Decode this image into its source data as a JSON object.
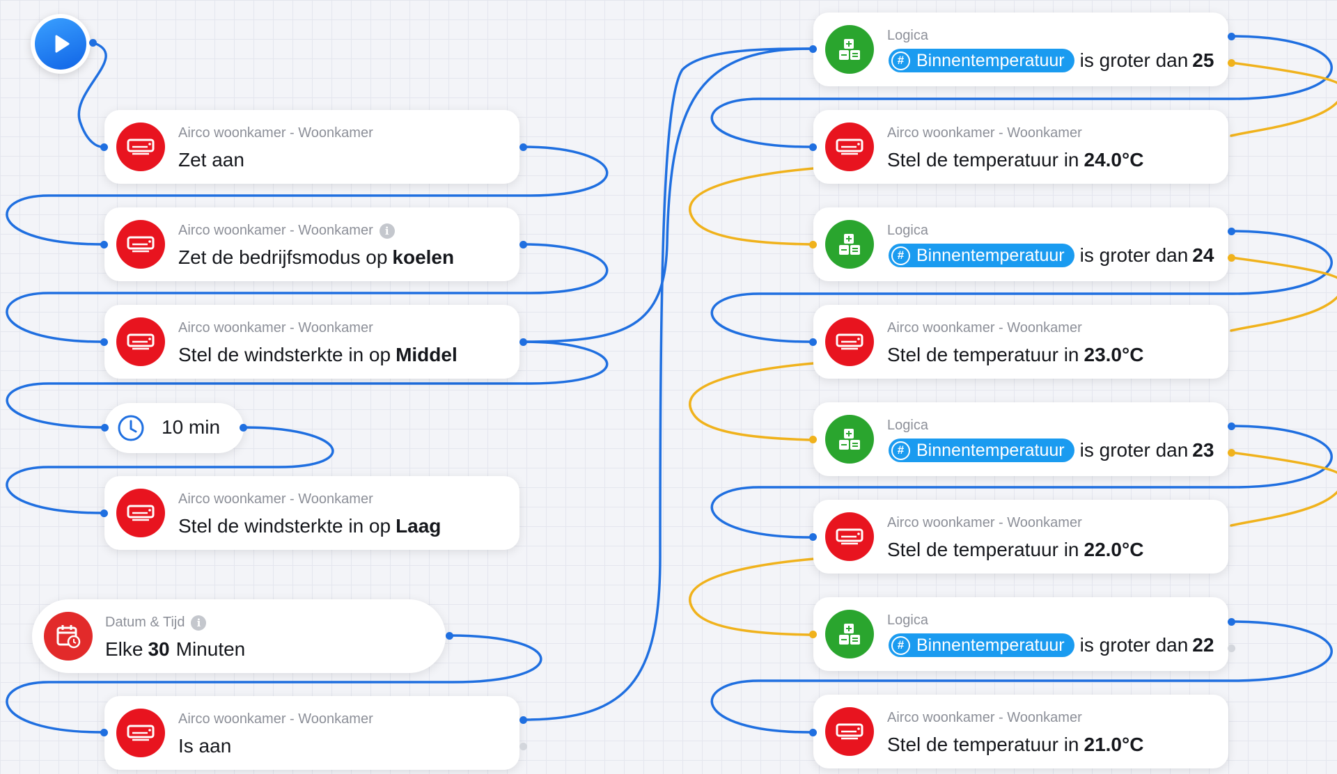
{
  "start": {
    "icon": "play-icon"
  },
  "left_nodes": [
    {
      "subtitle": "Airco woonkamer - Woonkamer",
      "action": "Zet aan",
      "value": "",
      "icon": "air-conditioner-icon",
      "info": false
    },
    {
      "subtitle": "Airco woonkamer - Woonkamer",
      "action": "Zet de bedrijfsmodus op",
      "value": "koelen",
      "icon": "air-conditioner-icon",
      "info": true
    },
    {
      "subtitle": "Airco woonkamer - Woonkamer",
      "action": "Stel de windsterkte in op",
      "value": "Middel",
      "icon": "air-conditioner-icon",
      "info": false
    },
    {
      "subtitle": "Airco woonkamer - Woonkamer",
      "action": "Stel de windsterkte in op",
      "value": "Laag",
      "icon": "air-conditioner-icon",
      "info": false
    }
  ],
  "delay": {
    "label": "10 min",
    "icon": "clock-icon"
  },
  "datetime": {
    "subtitle": "Datum & Tijd",
    "text": "Elke",
    "value": "30",
    "unit": "Minuten",
    "icon": "calendar-clock-icon"
  },
  "is_on": {
    "subtitle": "Airco woonkamer - Woonkamer",
    "action": "Is aan",
    "icon": "air-conditioner-icon"
  },
  "logic_nodes": [
    {
      "subtitle": "Logica",
      "variable": "Binnentemperatuur",
      "condition": "is groter dan",
      "value": "25"
    },
    {
      "subtitle": "Logica",
      "variable": "Binnentemperatuur",
      "condition": "is groter dan",
      "value": "24"
    },
    {
      "subtitle": "Logica",
      "variable": "Binnentemperatuur",
      "condition": "is groter dan",
      "value": "23"
    },
    {
      "subtitle": "Logica",
      "variable": "Binnentemperatuur",
      "condition": "is groter dan",
      "value": "22"
    }
  ],
  "temp_nodes": [
    {
      "subtitle": "Airco woonkamer - Woonkamer",
      "action": "Stel de temperatuur in",
      "value": "24.0°C"
    },
    {
      "subtitle": "Airco woonkamer - Woonkamer",
      "action": "Stel de temperatuur in",
      "value": "23.0°C"
    },
    {
      "subtitle": "Airco woonkamer - Woonkamer",
      "action": "Stel de temperatuur in",
      "value": "22.0°C"
    },
    {
      "subtitle": "Airco woonkamer - Woonkamer",
      "action": "Stel de temperatuur in",
      "value": "21.0°C"
    }
  ],
  "colors": {
    "wire_true": "#1f6fe0",
    "wire_false": "#f0b21c",
    "device_icon": "#e8141f",
    "logic_icon": "#2aa52e",
    "variable_pill": "#1a9bf0"
  }
}
